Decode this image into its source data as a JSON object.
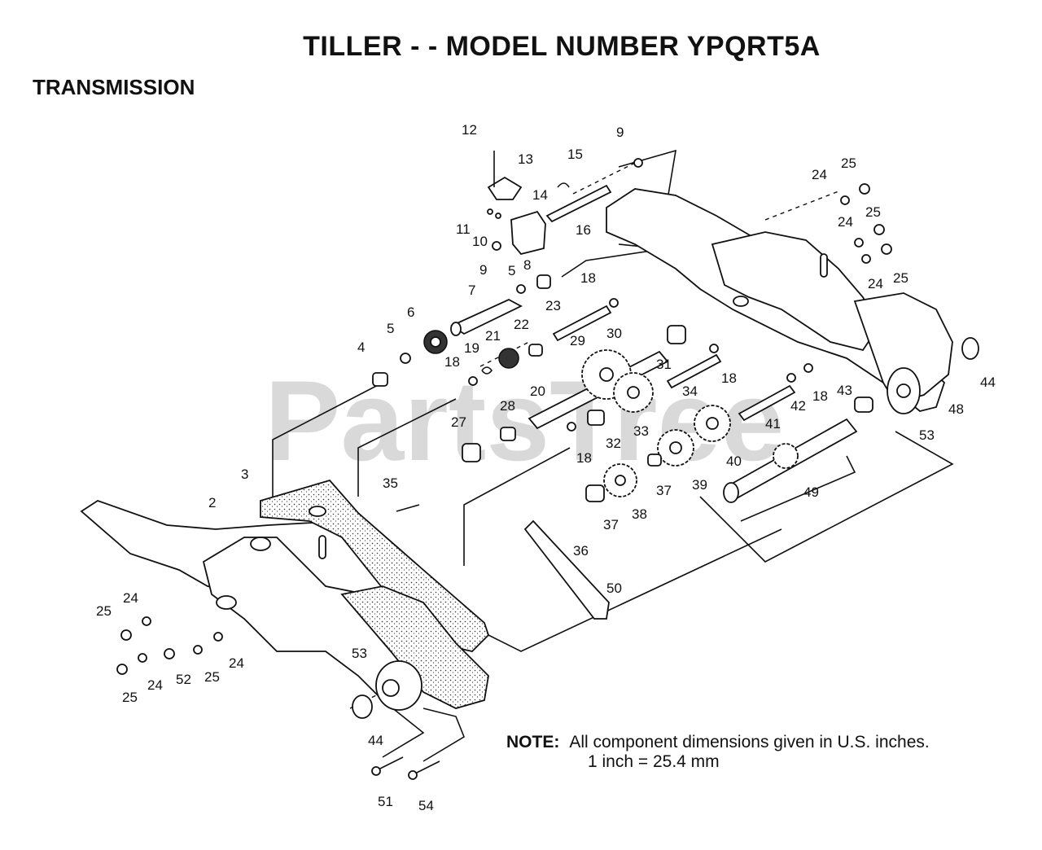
{
  "title": "TILLER - - MODEL NUMBER YPQRT5A",
  "section": "TRANSMISSION",
  "watermark": "PartsTree",
  "note": {
    "label": "NOTE:",
    "line1": "All component dimensions given in U.S. inches.",
    "line2": "1 inch = 25.4 mm"
  },
  "callouts": [
    {
      "id": "c12",
      "text": "12"
    },
    {
      "id": "c13",
      "text": "13"
    },
    {
      "id": "c15",
      "text": "15"
    },
    {
      "id": "c9a",
      "text": "9"
    },
    {
      "id": "c14",
      "text": "14"
    },
    {
      "id": "c11",
      "text": "11"
    },
    {
      "id": "c10",
      "text": "10"
    },
    {
      "id": "c16",
      "text": "16"
    },
    {
      "id": "c9b",
      "text": "9"
    },
    {
      "id": "c5a",
      "text": "5"
    },
    {
      "id": "c8",
      "text": "8"
    },
    {
      "id": "c7",
      "text": "7"
    },
    {
      "id": "c18a",
      "text": "18"
    },
    {
      "id": "c23",
      "text": "23"
    },
    {
      "id": "c6",
      "text": "6"
    },
    {
      "id": "c5b",
      "text": "5"
    },
    {
      "id": "c4",
      "text": "4"
    },
    {
      "id": "c22",
      "text": "22"
    },
    {
      "id": "c21",
      "text": "21"
    },
    {
      "id": "c19",
      "text": "19"
    },
    {
      "id": "c18b",
      "text": "18"
    },
    {
      "id": "c20",
      "text": "20"
    },
    {
      "id": "c29",
      "text": "29"
    },
    {
      "id": "c30",
      "text": "30"
    },
    {
      "id": "c31",
      "text": "31"
    },
    {
      "id": "c34",
      "text": "34"
    },
    {
      "id": "c18c",
      "text": "18"
    },
    {
      "id": "c28",
      "text": "28"
    },
    {
      "id": "c27",
      "text": "27"
    },
    {
      "id": "c33",
      "text": "33"
    },
    {
      "id": "c32",
      "text": "32"
    },
    {
      "id": "c18d",
      "text": "18"
    },
    {
      "id": "c40",
      "text": "40"
    },
    {
      "id": "c39",
      "text": "39"
    },
    {
      "id": "c37a",
      "text": "37"
    },
    {
      "id": "c38",
      "text": "38"
    },
    {
      "id": "c37b",
      "text": "37"
    },
    {
      "id": "c36",
      "text": "36"
    },
    {
      "id": "c41",
      "text": "41"
    },
    {
      "id": "c42",
      "text": "42"
    },
    {
      "id": "c18e",
      "text": "18"
    },
    {
      "id": "c43",
      "text": "43"
    },
    {
      "id": "c53a",
      "text": "53"
    },
    {
      "id": "c48",
      "text": "48"
    },
    {
      "id": "c44a",
      "text": "44"
    },
    {
      "id": "c49",
      "text": "49"
    },
    {
      "id": "c24a",
      "text": "24"
    },
    {
      "id": "c25a",
      "text": "25"
    },
    {
      "id": "c24b",
      "text": "24"
    },
    {
      "id": "c25b",
      "text": "25"
    },
    {
      "id": "c24c",
      "text": "24"
    },
    {
      "id": "c25c",
      "text": "25"
    },
    {
      "id": "c3",
      "text": "3"
    },
    {
      "id": "c2",
      "text": "2"
    },
    {
      "id": "c35",
      "text": "35"
    },
    {
      "id": "c50",
      "text": "50"
    },
    {
      "id": "c24d",
      "text": "24"
    },
    {
      "id": "c25d",
      "text": "25"
    },
    {
      "id": "c24e",
      "text": "24"
    },
    {
      "id": "c25e",
      "text": "25"
    },
    {
      "id": "c24f",
      "text": "24"
    },
    {
      "id": "c52",
      "text": "52"
    },
    {
      "id": "c25f",
      "text": "25"
    },
    {
      "id": "c53b",
      "text": "53"
    },
    {
      "id": "c44b",
      "text": "44"
    },
    {
      "id": "c51",
      "text": "51"
    },
    {
      "id": "c54",
      "text": "54"
    }
  ]
}
